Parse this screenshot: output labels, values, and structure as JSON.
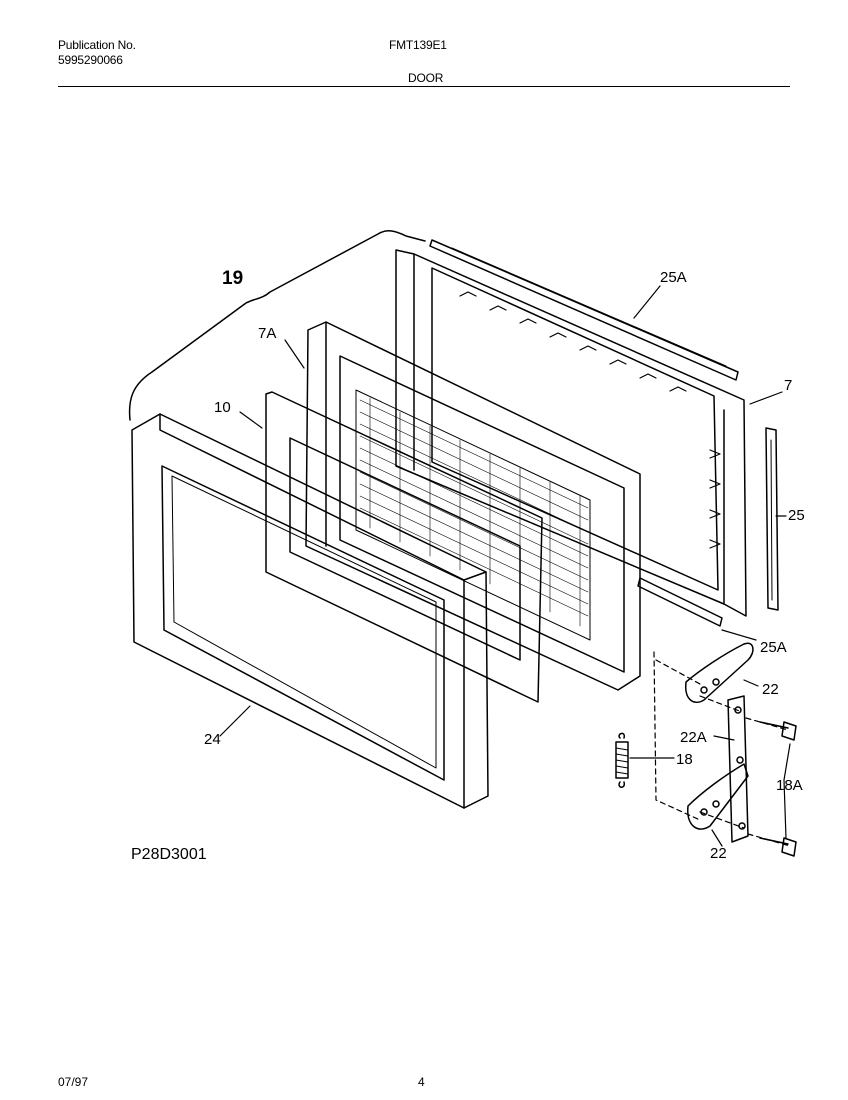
{
  "header": {
    "publication_label": "Publication No.",
    "publication_number": "5995290066",
    "model": "FMT139E1",
    "section": "DOOR"
  },
  "diagram": {
    "code": "P28D3001",
    "callouts": {
      "c19": "19",
      "c7A": "7A",
      "c10": "10",
      "c24": "24",
      "c25A_top": "25A",
      "c7": "7",
      "c25": "25",
      "c25A_bottom": "25A",
      "c22_top": "22",
      "c22A": "22A",
      "c18": "18",
      "c18A": "18A",
      "c22_bottom": "22"
    }
  },
  "footer": {
    "date": "07/97",
    "page": "4"
  }
}
